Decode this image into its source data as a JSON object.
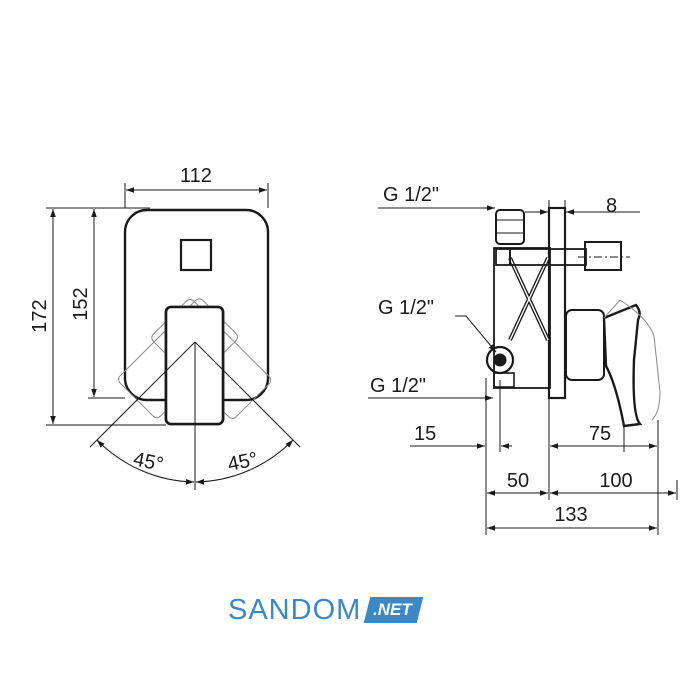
{
  "front_view": {
    "width": "112",
    "height_outer": "172",
    "height_plate": "152",
    "angle_left": "45°",
    "angle_right": "45°"
  },
  "side_view": {
    "thread_top": "G 1/2\"",
    "thread_middle": "G 1/2\"",
    "thread_bottom": "G 1/2\"",
    "dim_plate_thickness": "8",
    "dim_15": "15",
    "dim_75": "75",
    "dim_50": "50",
    "dim_100": "100",
    "dim_total": "133"
  },
  "brand": {
    "name": "SANDOM",
    "tld": ".NET",
    "color": "#3a88c8"
  }
}
